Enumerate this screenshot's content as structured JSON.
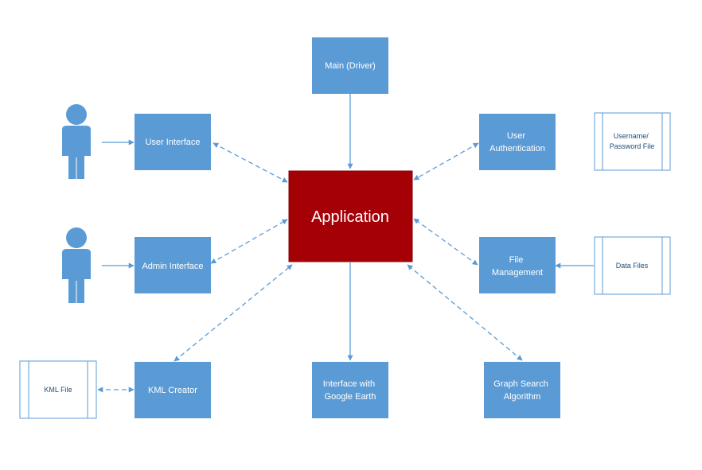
{
  "colors": {
    "box_fill": "#5b9bd5",
    "app_fill": "#a50006",
    "line": "#5b9bd5",
    "file_border": "#5b9bd5",
    "file_text": "#1f4e79",
    "actor": "#5b9bd5"
  },
  "nodes": {
    "application": "Application",
    "main_driver": "Main (Driver)",
    "user_interface": "User Interface",
    "user_authentication": [
      "User",
      "Authentication"
    ],
    "admin_interface": "Admin Interface",
    "file_management": [
      "File",
      "Management"
    ],
    "kml_creator": "KML Creator",
    "google_earth": [
      "Interface with",
      "Google Earth"
    ],
    "graph_search": [
      "Graph Search",
      "Algorithm"
    ]
  },
  "files": {
    "password_file": [
      "Username/",
      "Password File"
    ],
    "data_files": "Data Files",
    "kml_file": "KML File"
  },
  "actors": [
    "user-actor-icon",
    "admin-actor-icon"
  ]
}
